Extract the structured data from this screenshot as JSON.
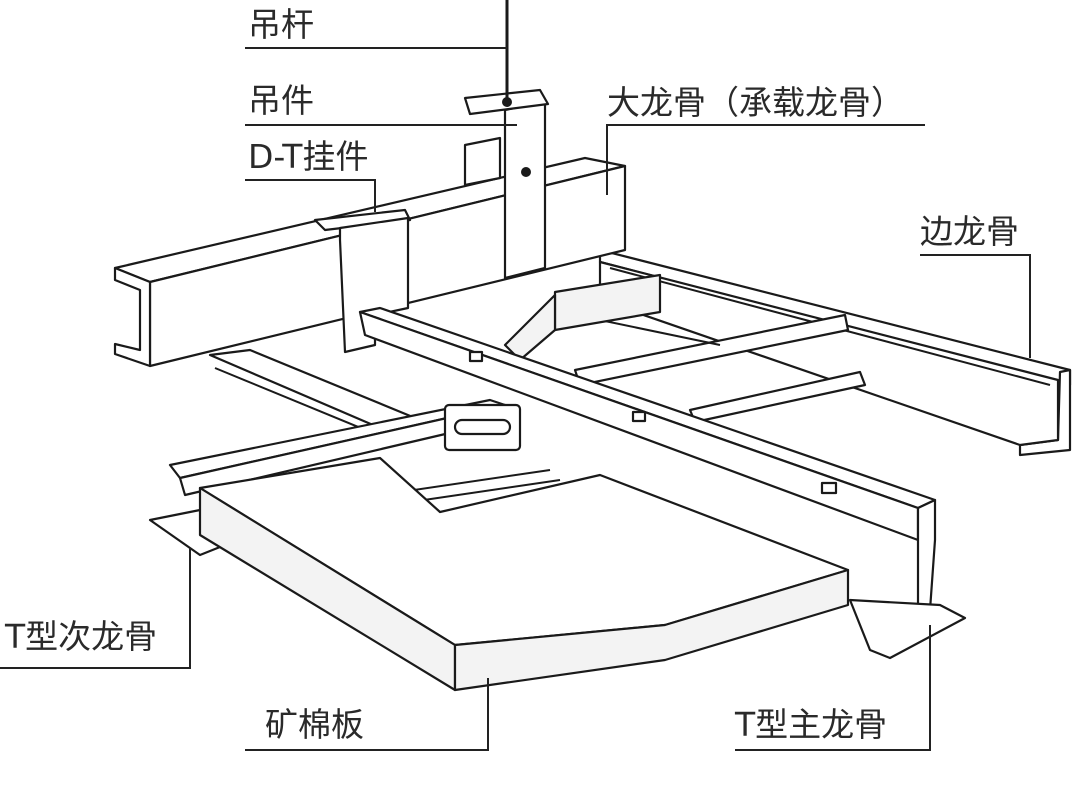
{
  "labels": {
    "rod": "吊杆",
    "hanger": "吊件",
    "dt_clip": "D-T挂件",
    "main_channel": "大龙骨（承载龙骨）",
    "edge_angle": "边龙骨",
    "t_cross": "T型次龙骨",
    "board": "矿棉板",
    "t_main": "T型主龙骨"
  },
  "colors": {
    "line": "#1a1a1a",
    "text": "#2a2a2a",
    "background": "#ffffff"
  }
}
